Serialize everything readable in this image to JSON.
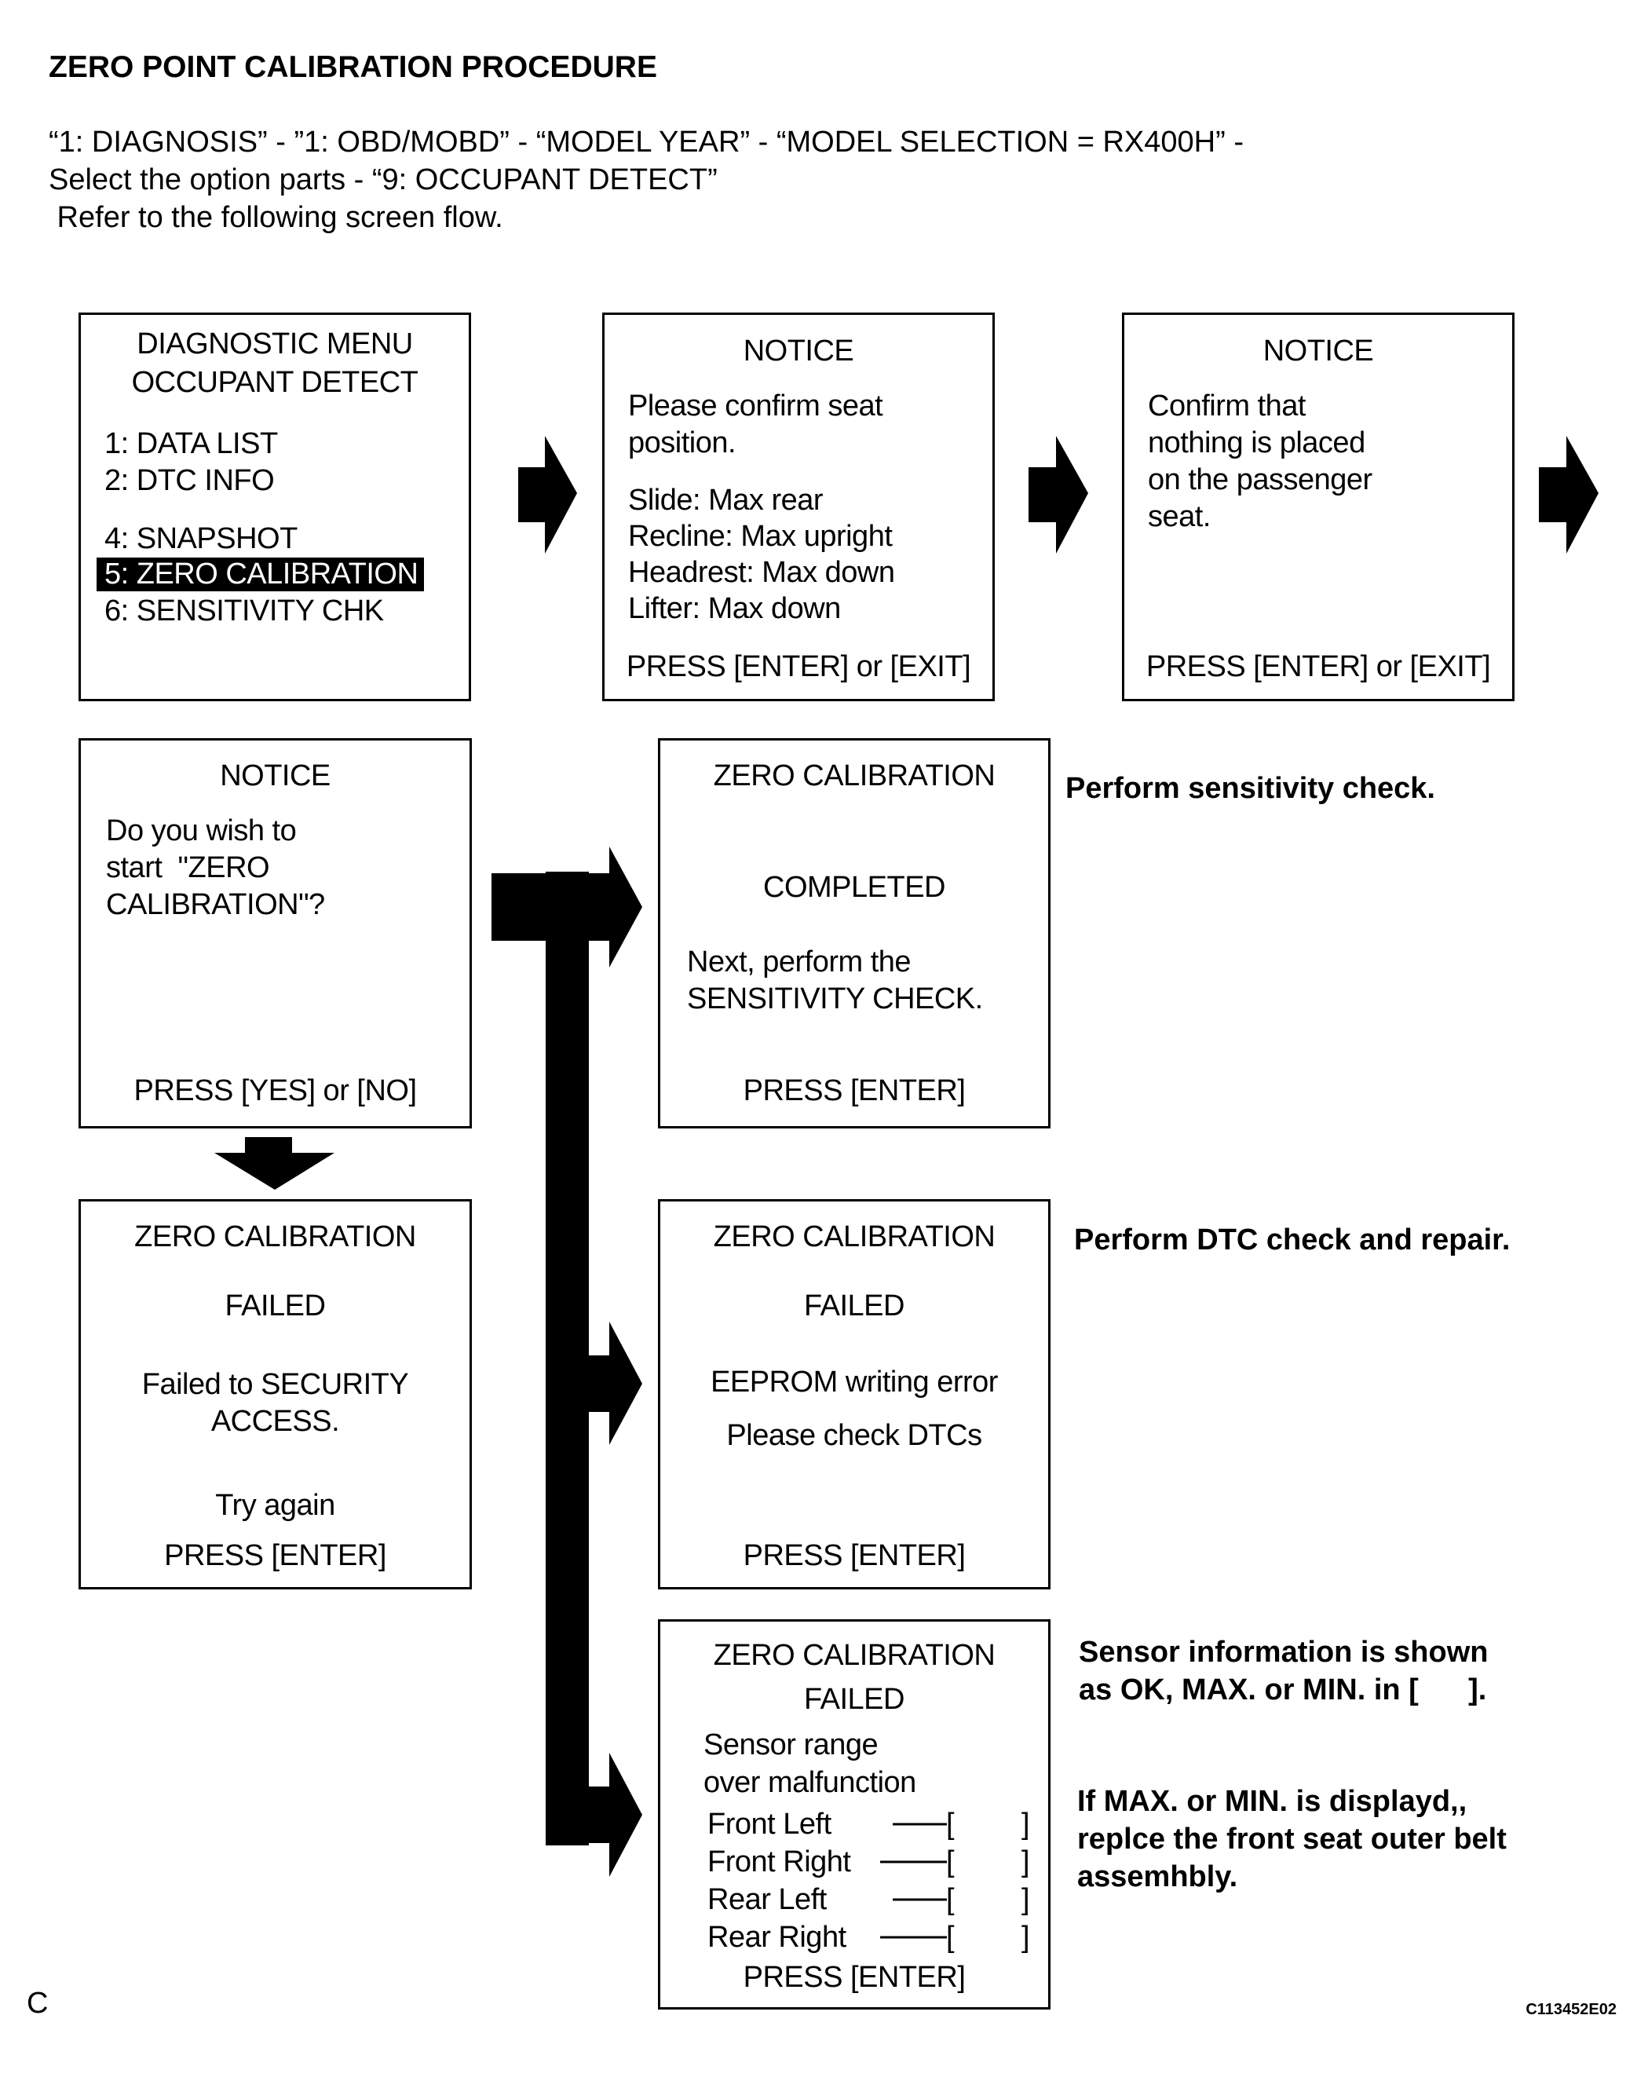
{
  "title": "ZERO POINT CALIBRATION PROCEDURE",
  "intro": {
    "line1": "“1: DIAGNOSIS” - ”1: OBD/MOBD” - “MODEL YEAR” - “MODEL SELECTION = RX400H” -",
    "line2": "Select the option parts - “9: OCCUPANT DETECT”",
    "line3": " Refer to the following screen flow."
  },
  "screens": {
    "menu": {
      "title1": "DIAGNOSTIC MENU",
      "title2": "OCCUPANT DETECT",
      "items": [
        "1: DATA LIST",
        "2: DTC INFO",
        "4: SNAPSHOT",
        "5: ZERO CALIBRATION",
        "6: SENSITIVITY CHK"
      ],
      "selected_index": 3
    },
    "notice_seat": {
      "title": "NOTICE",
      "lines": [
        "Please confirm seat",
        "position.",
        "Slide: Max rear",
        "Recline: Max upright",
        "Headrest: Max down",
        "Lifter: Max down"
      ],
      "prompt": "PRESS [ENTER] or [EXIT]"
    },
    "notice_nothing": {
      "title": "NOTICE",
      "lines": [
        "Confirm that",
        "nothing is placed",
        "on the passenger",
        "seat."
      ],
      "prompt": "PRESS [ENTER] or [EXIT]"
    },
    "notice_start": {
      "title": "NOTICE",
      "lines": [
        "Do you wish to",
        "start  \"ZERO",
        "CALIBRATION\"?"
      ],
      "prompt": "PRESS [YES] or [NO]"
    },
    "completed": {
      "title": "ZERO CALIBRATION",
      "status": "COMPLETED",
      "lines": [
        "Next, perform the",
        "SENSITIVITY CHECK."
      ],
      "prompt": "PRESS [ENTER]"
    },
    "failed_security": {
      "title": "ZERO CALIBRATION",
      "status": "FAILED",
      "lines": [
        "Failed to SECURITY",
        "ACCESS."
      ],
      "retry": "Try again",
      "prompt": "PRESS [ENTER]"
    },
    "failed_eeprom": {
      "title": "ZERO CALIBRATION",
      "status": "FAILED",
      "lines": [
        "EEPROM writing error",
        "Please check DTCs"
      ],
      "prompt": "PRESS [ENTER]"
    },
    "failed_sensor": {
      "title": "ZERO CALIBRATION",
      "status": "FAILED",
      "lines": [
        "Sensor range",
        "over malfunction"
      ],
      "sensors": [
        "Front Left",
        "Front Right",
        "Rear Left",
        "Rear Right"
      ],
      "prompt": "PRESS [ENTER]"
    }
  },
  "notes": {
    "sensitivity": "Perform sensitivity check.",
    "dtc": "Perform DTC check and repair.",
    "sensor_info1": "Sensor information is shown",
    "sensor_info2": "as OK, MAX. or MIN. in [      ].",
    "replace1": "If MAX. or MIN. is displayd,,",
    "replace2": "replce the front seat outer belt",
    "replace3": "assemhbly."
  },
  "footer": {
    "left": "C",
    "code": "C113452E02"
  }
}
